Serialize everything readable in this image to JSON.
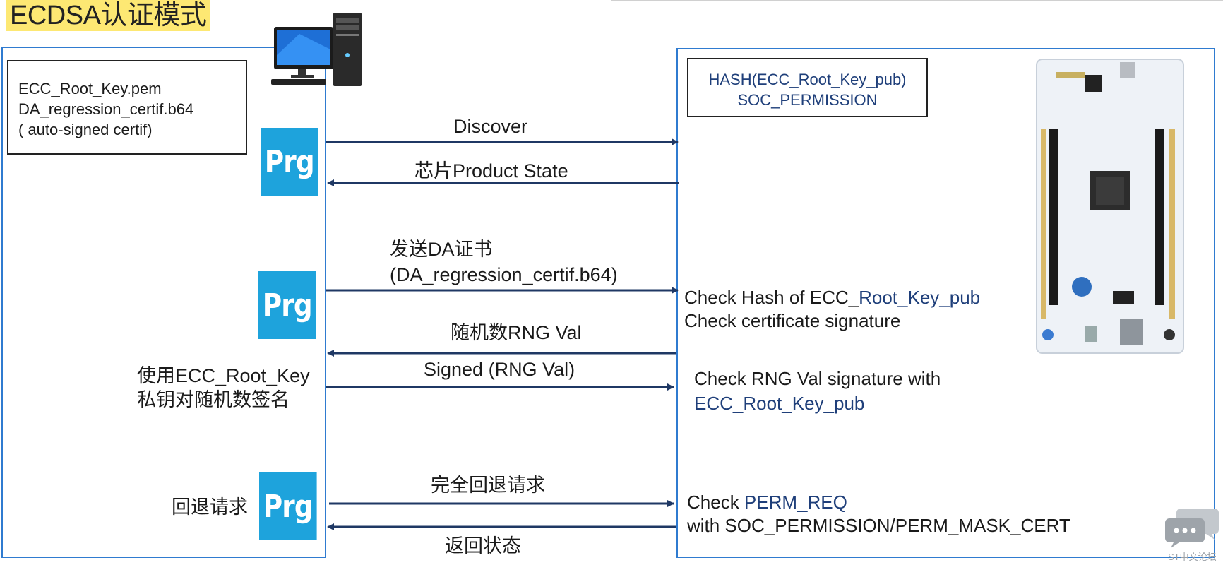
{
  "title": "ECDSA认证模式",
  "host_files": {
    "line1": "ECC_Root_Key.pem",
    "line2": "DA_regression_certif.b64",
    "line3": "( auto-signed certif)"
  },
  "device_box": {
    "line1": "HASH(ECC_Root_Key_pub)",
    "line2": "SOC_PERMISSION"
  },
  "prg_label": "Prg",
  "messages": {
    "discover": "Discover",
    "product_state": "芯片Product State",
    "send_da_line1": "发送DA证书",
    "send_da_line2": "(DA_regression_certif.b64)",
    "rng_val": "随机数RNG Val",
    "signed": "Signed (RNG Val)",
    "full_regression": "完全回退请求",
    "return_status": "返回状态"
  },
  "left_notes": {
    "sign_line1": "使用ECC_Root_Key",
    "sign_line2": "私钥对随机数签名",
    "regression": "回退请求"
  },
  "checks": {
    "hash_prefix": "Check Hash of ECC_",
    "hash_suffix": "Root_Key_pub",
    "cert_sig": "Check certificate signature",
    "rng_line1": "Check RNG Val signature with",
    "rng_line2": "ECC_Root_Key_pub",
    "perm_prefix": "Check ",
    "perm_suffix": "PERM_REQ",
    "perm_line2": " with SOC_PERMISSION/PERM_MASK_CERT"
  },
  "watermark": "ST中文论坛",
  "colors": {
    "title_bg": "#fde873",
    "panel_border": "#2f7bd0",
    "prg_bg": "#1ea3dc",
    "arrow": "#1f3864",
    "blue_text": "#1f3f7a"
  },
  "icons": {
    "computer": "desktop-computer-icon",
    "board": "nucleo-board-image",
    "chat": "chat-bubbles-icon"
  }
}
